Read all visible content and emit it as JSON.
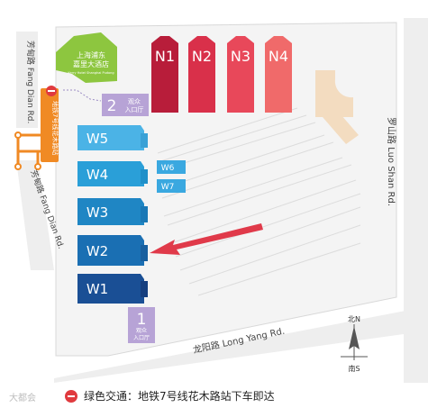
{
  "roads": {
    "fangdian_top": "芳甸路 Fang Dian Rd.",
    "fangdian_bottom": "芳甸路 Fang Dian Rd.",
    "luoshan": "罗山路 Luo Shan Rd.",
    "longyang": "龙阳路 Long Yang Rd."
  },
  "hotel": {
    "name_cn": "上海浦东嘉里大酒店",
    "name_line1": "上海浦东",
    "name_line2": "嘉里大酒店",
    "name_en": "Kerry Hotel Shanghai Pudong"
  },
  "metro_station": {
    "label": "地铁7号线花木路站"
  },
  "halls": {
    "north": [
      "N1",
      "N2",
      "N3",
      "N4"
    ],
    "west": [
      "W5",
      "W4",
      "W3",
      "W2",
      "W1"
    ],
    "small": [
      "W6",
      "W7"
    ]
  },
  "entrances": [
    {
      "number": "1",
      "line1": "观众",
      "line2": "入口厅"
    },
    {
      "number": "2",
      "line1": "观众",
      "line2": "入口厅"
    }
  ],
  "compass": {
    "north": "北N",
    "south": "南S"
  },
  "footer": {
    "brand": "大都会",
    "caption": "绿色交通：地铁7号线花木路站下车即达"
  },
  "colors": {
    "north_halls": [
      "#b81d3a",
      "#d9304a",
      "#e8485a",
      "#f06a6a"
    ],
    "west_halls": [
      "#4bb3e6",
      "#2a9fd8",
      "#1f86c4",
      "#1a6fb3",
      "#1a4f95"
    ],
    "small_halls": "#3aa8e0",
    "entrance": "#b7a3d6",
    "hotel": "#8dc63f",
    "metro": "#f08a24",
    "arrow": "#e03a4a",
    "building_tan": "#f3dcc0"
  }
}
